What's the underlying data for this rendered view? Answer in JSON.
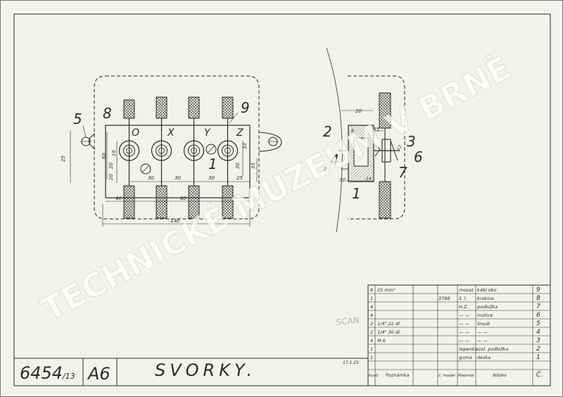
{
  "drawing": {
    "number": "6454",
    "number_suffix": "/13",
    "designation": "A6",
    "title": "SVORKY."
  },
  "watermark": "TECHNICKÉ MUZEUM V BRNĚ",
  "stamp_text": "SCAN",
  "left_view": {
    "terminal_letters": [
      "O",
      "X",
      "Y",
      "Z"
    ],
    "callouts": {
      "c5": "5",
      "c8": "8",
      "c9": "9",
      "c1": "1"
    },
    "dims": {
      "d25_left": "25",
      "d60": "60",
      "d16": "16",
      "d20": "20",
      "d20b": "20",
      "d30a": "30",
      "d30b": "30",
      "d30c": "30",
      "d25_right": "25",
      "d33": "33",
      "d40": "40",
      "d80": "80",
      "d140": "140",
      "d35": "35",
      "d30r": "30"
    }
  },
  "right_view": {
    "callouts": {
      "c2": "2",
      "c4": "4",
      "c1": "1",
      "c3": "3",
      "c6": "6",
      "c7": "7"
    },
    "dims": {
      "d20": "20",
      "d35": "35",
      "d30": "30",
      "d8": "8",
      "d14": "14",
      "d12": "12",
      "d2": "2"
    }
  },
  "parts_table": {
    "rows": [
      {
        "qty": "8",
        "spec": "25 mm²",
        "no": "",
        "mat": "mosaz",
        "name": "kábl oko",
        "pos": "9"
      },
      {
        "qty": "1",
        "spec": "",
        "no": "3788",
        "mat": "š. l.",
        "name": "krabice",
        "pos": "8"
      },
      {
        "qty": "4",
        "spec": "",
        "no": "",
        "mat": "H.Z.",
        "name": "podložka",
        "pos": "7"
      },
      {
        "qty": "4",
        "spec": "",
        "no": "",
        "mat": "— —",
        "name": "matice",
        "pos": "6"
      },
      {
        "qty": "2",
        "spec": "1/4\" 22 dl.",
        "no": "",
        "mat": "— —",
        "name": "šroub",
        "pos": "5"
      },
      {
        "qty": "2",
        "spec": "1/4\" 30 dl.",
        "no": "",
        "mat": "— —",
        "name": "— —",
        "pos": "4"
      },
      {
        "qty": "4",
        "spec": "M 6",
        "no": "",
        "mat": "— —",
        "name": "— —",
        "pos": "3"
      },
      {
        "qty": "1",
        "spec": "",
        "no": "",
        "mat": "tepenka",
        "name": "izol. podložka",
        "pos": "2"
      },
      {
        "qty": "1",
        "spec": "",
        "no": "",
        "mat": "guma",
        "name": "deska",
        "pos": "1"
      }
    ],
    "date": "17.1.25",
    "header": {
      "qty": "Kusů",
      "note": "Poznámka",
      "model": "č. model",
      "material": "Materiál",
      "name": "Název",
      "pos": "Č."
    }
  }
}
